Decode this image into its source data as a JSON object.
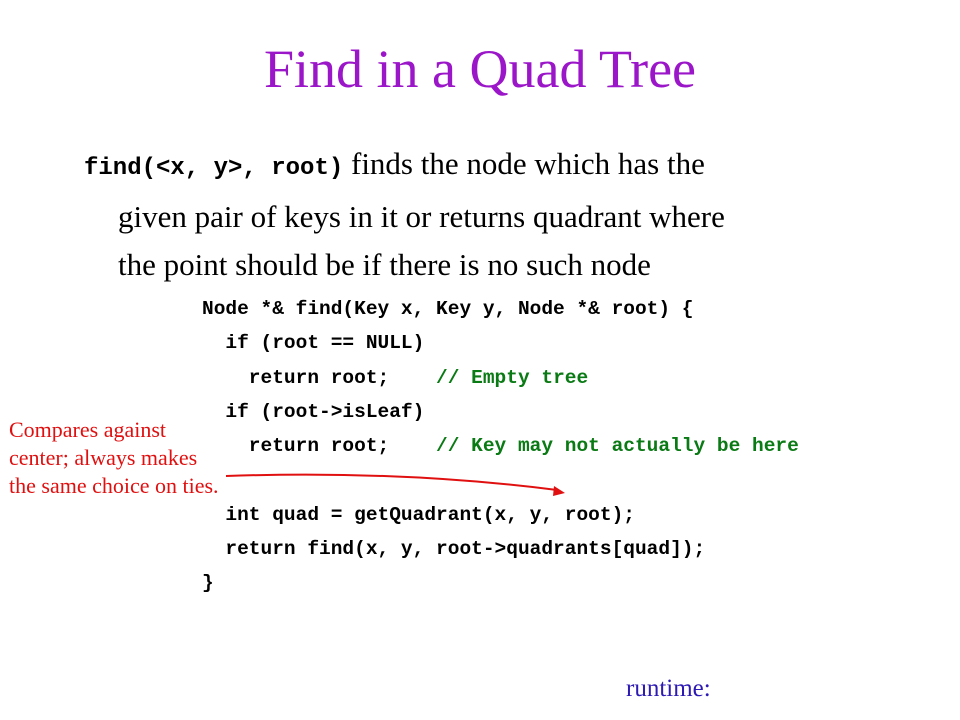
{
  "slide": {
    "title": "Find in a Quad Tree",
    "intro_code": "find(<x, y>, root)",
    "intro_text_1": " finds the node which has the",
    "intro_text_2": "given pair of keys in it or returns quadrant where",
    "intro_text_3": "the point should be if there is no such node",
    "code_lines": [
      {
        "text": "Node *& find(Key x, Key y, Node *& root) {",
        "comment": ""
      },
      {
        "text": "  if (root == NULL)",
        "comment": ""
      },
      {
        "text": "    return root;    ",
        "comment": "// Empty tree"
      },
      {
        "text": "  if (root->isLeaf)",
        "comment": ""
      },
      {
        "text": "    return root;    ",
        "comment": "// Key may not actually be here"
      },
      {
        "text": "",
        "comment": ""
      },
      {
        "text": "  int quad = getQuadrant(x, y, root);",
        "comment": ""
      },
      {
        "text": "  return find(x, y, root->quadrants[quad]);",
        "comment": ""
      },
      {
        "text": "}",
        "comment": ""
      }
    ],
    "annotation": "Compares against center; always makes the same choice on ties.",
    "runtime_label": "runtime:",
    "colors": {
      "title": "#9b16c8",
      "code_comment": "#0a7a14",
      "annotation": "#e01010",
      "runtime": "#2d1ab4"
    }
  }
}
